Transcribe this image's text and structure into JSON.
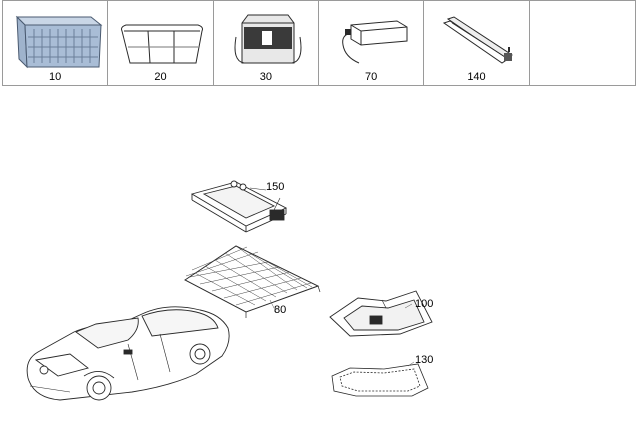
{
  "thumbnails": [
    {
      "number": "10",
      "icon": "folding-crate-icon"
    },
    {
      "number": "20",
      "icon": "storage-basket-icon"
    },
    {
      "number": "30",
      "icon": "cool-box-icon"
    },
    {
      "number": "70",
      "icon": "power-adapter-icon"
    },
    {
      "number": "140",
      "icon": "rail-kit-icon"
    },
    {
      "number": "",
      "icon": ""
    }
  ],
  "callouts": {
    "p150": "150",
    "p80": "80",
    "p100": "100",
    "p130": "130"
  },
  "colors": {
    "crate": "#a9bdd6",
    "line": "#2a2a2a",
    "border": "#9a9a9a"
  }
}
